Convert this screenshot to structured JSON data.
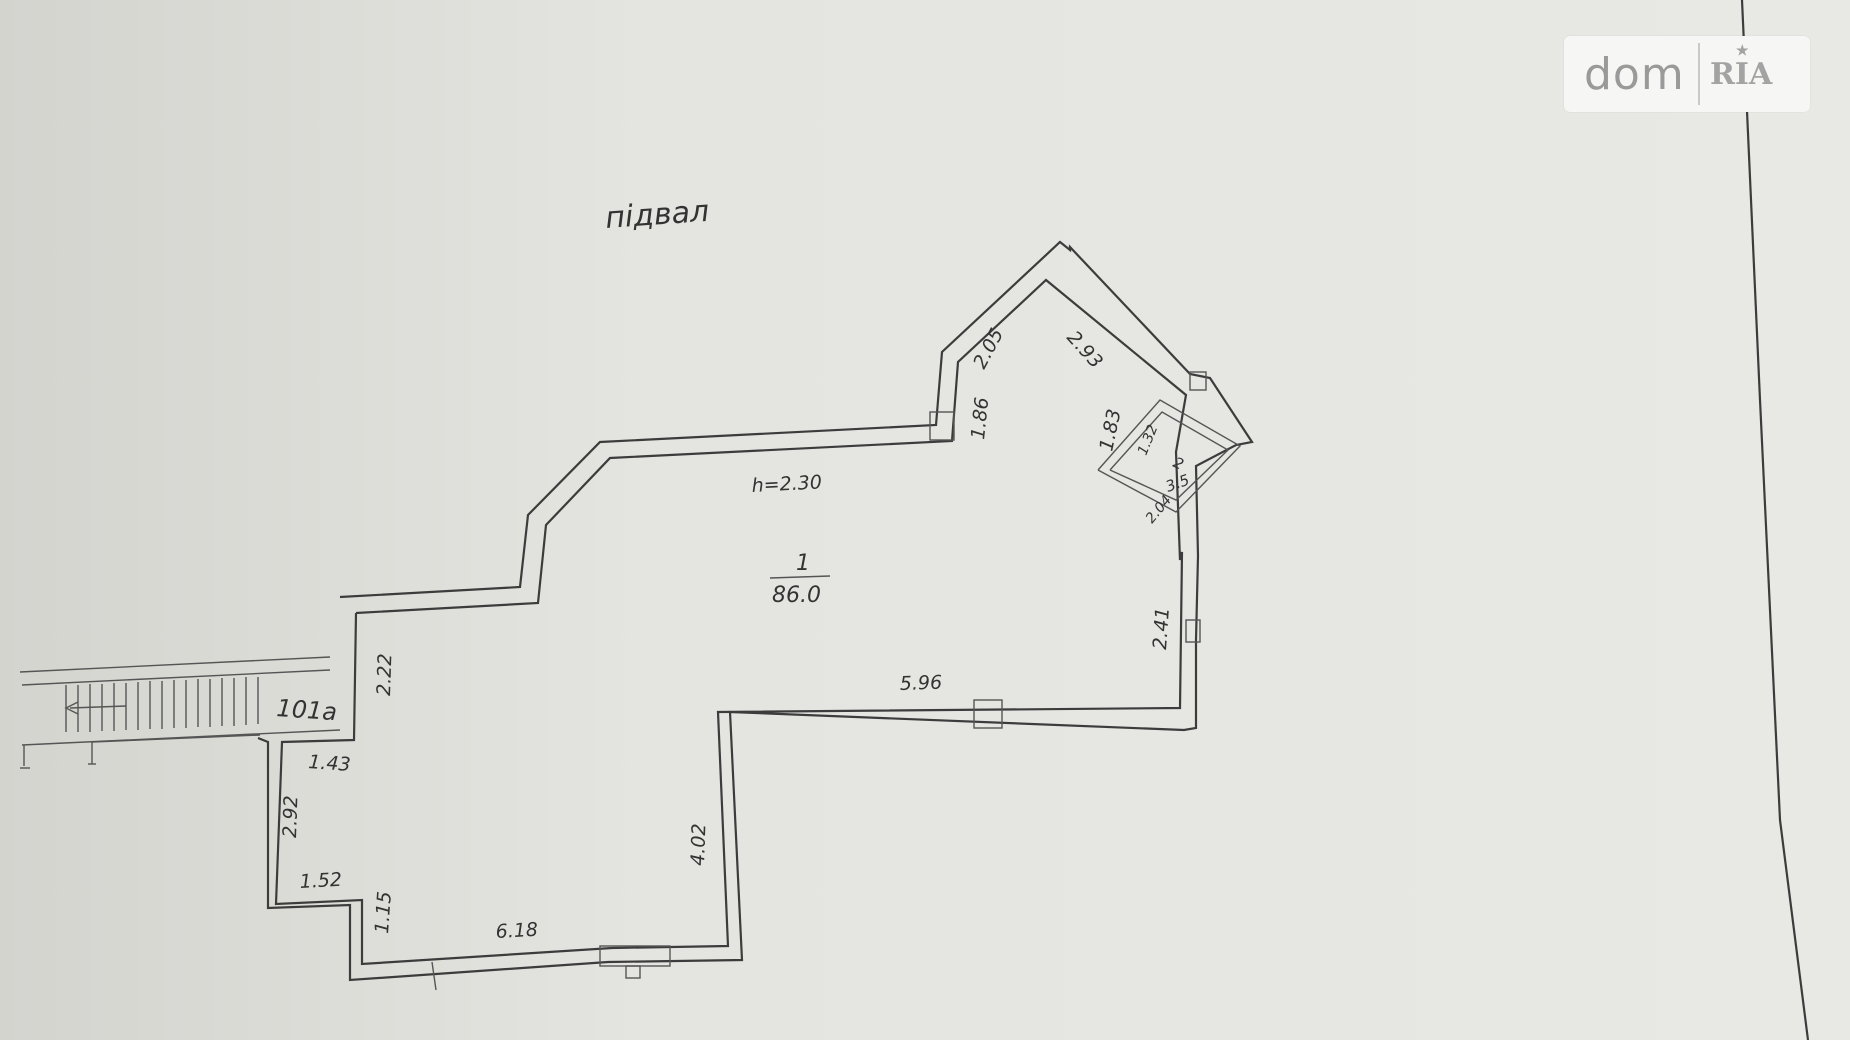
{
  "title": "підвал",
  "logo": {
    "dom": "dom",
    "ria": "RIA"
  },
  "rooms": [
    {
      "id": "1",
      "number": "1",
      "area": "86.0",
      "height": "h=2.30"
    },
    {
      "id": "2",
      "number": "2",
      "area": "3.5"
    }
  ],
  "stair_label": "101а",
  "dimensions": {
    "d_2_05": "2.05",
    "d_2_93": "2.93",
    "d_1_86": "1.86",
    "d_1_83": "1.83",
    "d_1_32": "1.32",
    "d_2_04": "2.04",
    "d_2_41": "2.41",
    "d_2_22": "2.22",
    "d_1_43": "1.43",
    "d_5_96": "5.96",
    "d_2_92": "2.92",
    "d_4_02": "4.02",
    "d_1_52": "1.52",
    "d_1_15": "1.15",
    "d_6_18": "6.18"
  }
}
